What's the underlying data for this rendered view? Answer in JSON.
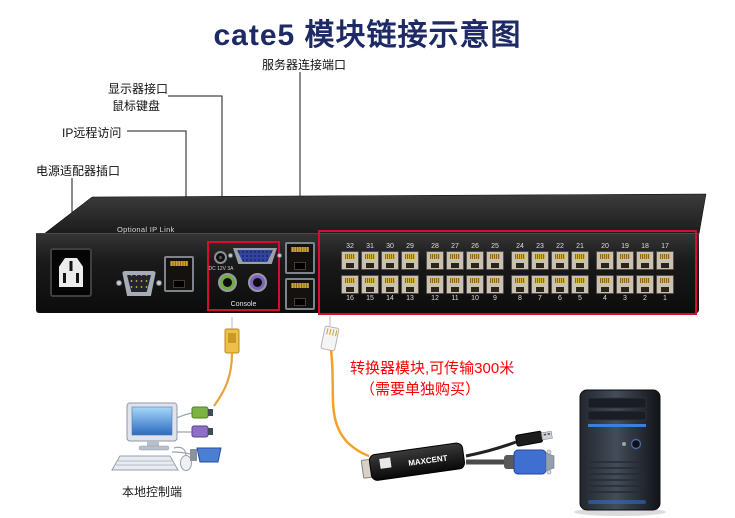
{
  "title": {
    "brand": "cate5",
    "rest": " 模块链接示意图"
  },
  "callouts": {
    "server_ports": "服务器连接端口",
    "monitor_interface": "显示器接口",
    "mouse_keyboard": "鼠标键盘",
    "ip_remote_access": "IP远程访问",
    "power_adapter_socket": "电源适配器插口"
  },
  "device": {
    "optional_ip_link_label": "Optional IP Link",
    "console_label": "Console",
    "dc_label": "DC 12V 3A",
    "port_numbers_top": [
      "32",
      "31",
      "30",
      "29",
      "28",
      "27",
      "26",
      "25",
      "24",
      "23",
      "22",
      "21",
      "20",
      "19",
      "18",
      "17"
    ],
    "port_numbers_bottom": [
      "16",
      "15",
      "14",
      "13",
      "12",
      "11",
      "10",
      "9",
      "8",
      "7",
      "6",
      "5",
      "4",
      "3",
      "2",
      "1"
    ]
  },
  "footer": {
    "local_terminal_label": "本地控制端",
    "note_line1": "转换器模块,可传输300米",
    "note_line2": "（需要单独购买）",
    "module_brand": "MAXCENT"
  },
  "colors": {
    "title_navy": "#1e2a66",
    "annotation_red": "#ff0000",
    "highlight_box_red": "#d40f2e",
    "cable_orange": "#f5a02a"
  }
}
